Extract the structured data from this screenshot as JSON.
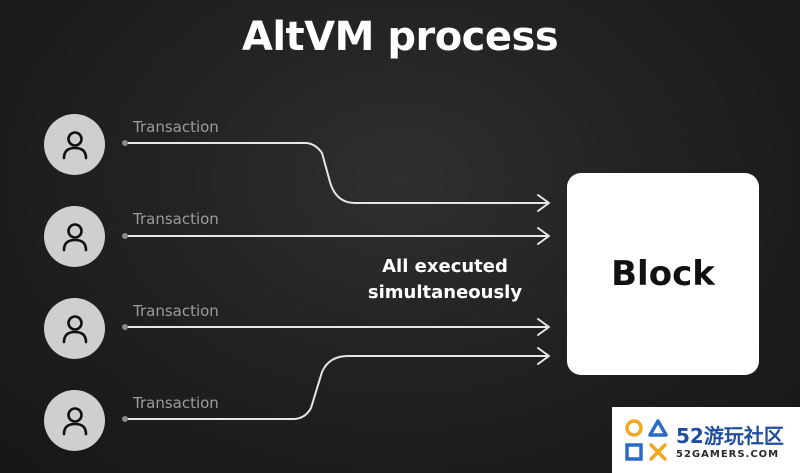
{
  "title": "AltVM process",
  "transactions": [
    {
      "label": "Transaction"
    },
    {
      "label": "Transaction"
    },
    {
      "label": "Transaction"
    },
    {
      "label": "Transaction"
    }
  ],
  "center_text_line1": "All executed",
  "center_text_line2": "simultaneously",
  "block_label": "Block",
  "watermark": {
    "main": "52游玩社区",
    "sub": "52GAMERS.COM"
  },
  "colors": {
    "background": "#1e1e1e",
    "line": "#e6e6e6",
    "avatar": "#cfcfcf",
    "block": "#ffffff"
  },
  "icons": {
    "avatar": "user-icon",
    "watermark": "game-buttons-icon"
  }
}
